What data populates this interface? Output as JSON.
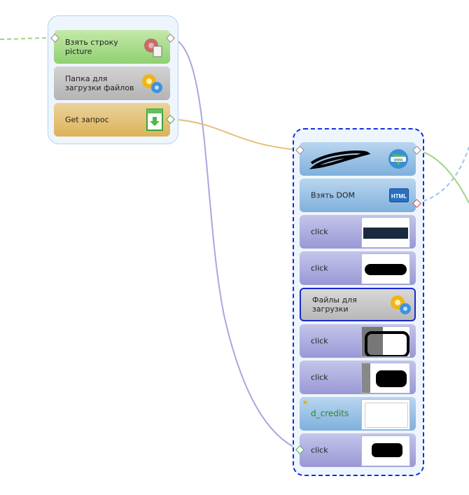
{
  "group1": {
    "nodes": [
      {
        "label": "Взять строку picture",
        "icon": "gear-document-icon"
      },
      {
        "label": "Папка для загрузки файлов",
        "icon": "gears-icon"
      },
      {
        "label": "Get запрос",
        "icon": "download-icon"
      }
    ]
  },
  "group2": {
    "nodes": [
      {
        "label": "",
        "icon": "www-globe-icon",
        "note": "scribbled-out label"
      },
      {
        "label": "Взять DOM",
        "icon": "html-icon"
      },
      {
        "label": "click",
        "icon": "screenshot-thumbnail"
      },
      {
        "label": "click",
        "icon": "screenshot-thumbnail"
      },
      {
        "label": "Файлы для загрузки",
        "icon": "gears-icon"
      },
      {
        "label": "click",
        "icon": "screenshot-thumbnail"
      },
      {
        "label": "click",
        "icon": "screenshot-thumbnail"
      },
      {
        "label": "d_credits",
        "icon": "screenshot-thumbnail",
        "badge": "star-icon"
      },
      {
        "label": "click",
        "icon": "screenshot-thumbnail"
      }
    ]
  },
  "colors": {
    "green_wire": "#9fd585",
    "purple_wire": "#a8a8e0",
    "gold_wire": "#e5c07a",
    "blue_dashed_wire": "#9ec3e8",
    "group_border": "#1430d8"
  }
}
